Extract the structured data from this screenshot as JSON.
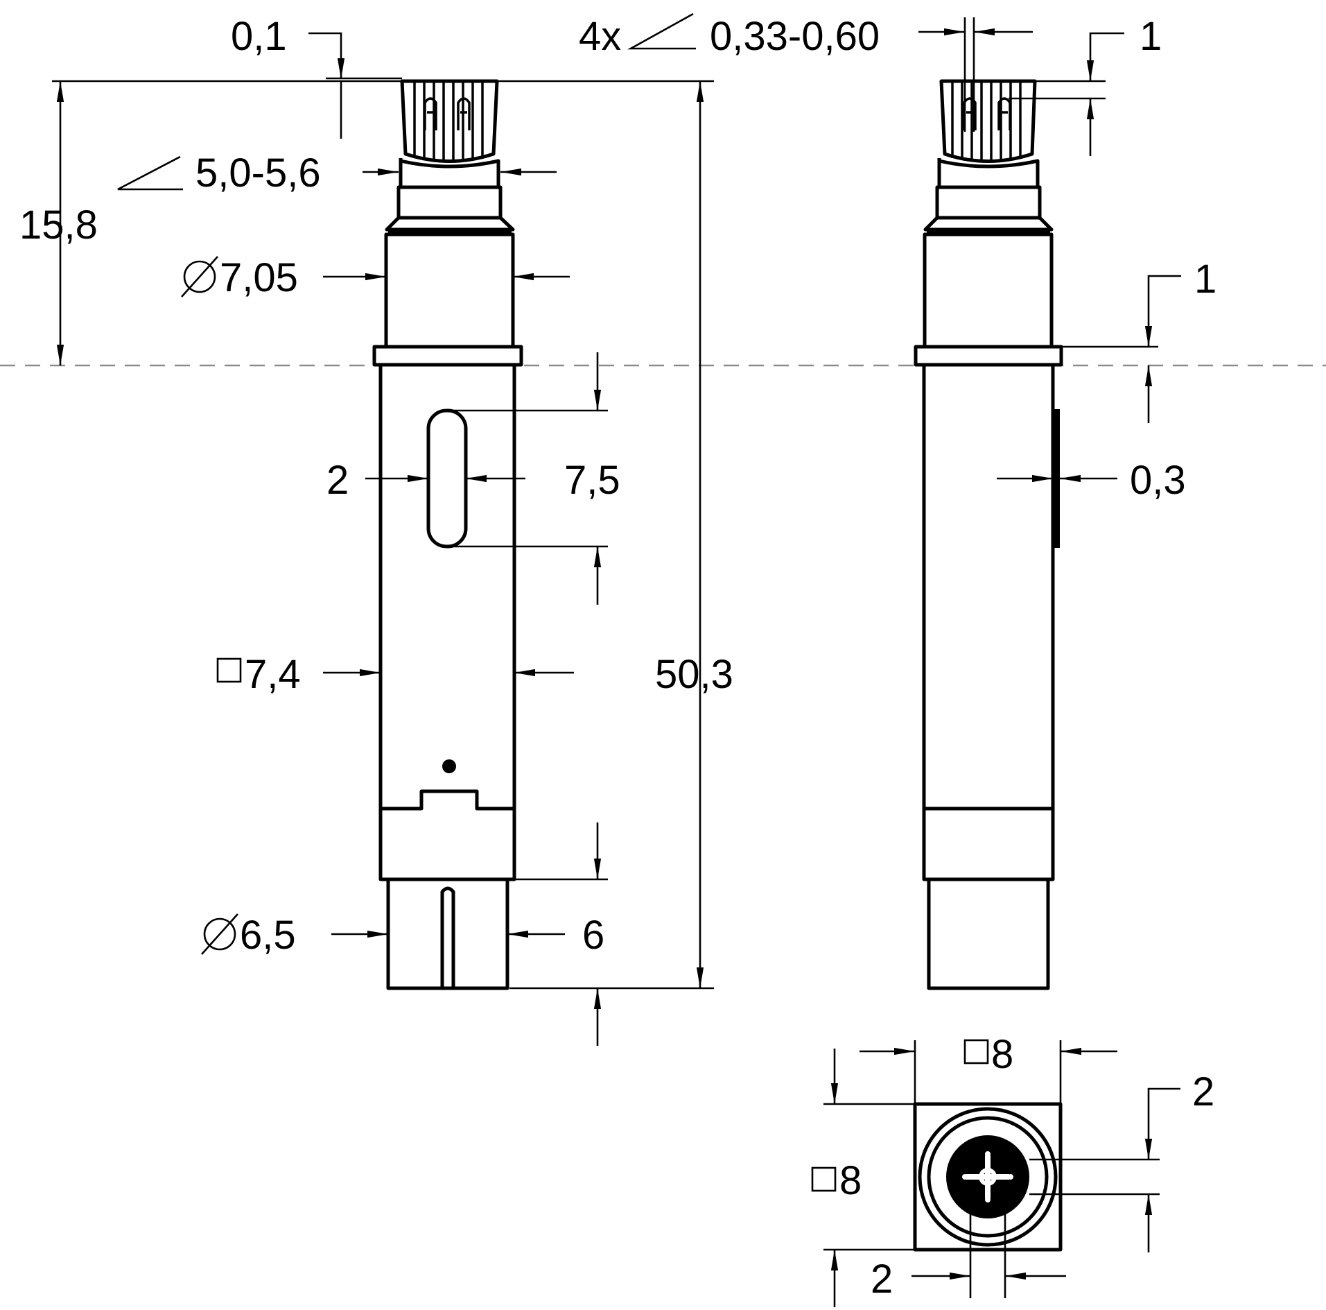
{
  "drawing": {
    "labels": {
      "gap_top": "0,1",
      "pin_angle": "4x",
      "pin_width": "0,33-0,60",
      "pin_offset_top": "1",
      "head_width": "5,0-5,6",
      "head_length": "15,8",
      "collar_diameter": "7,05",
      "flange_offset": "1",
      "slot_width": "2",
      "slot_length": "7,5",
      "side_step": "0,3",
      "body_square": "7,4",
      "total_length": "50,3",
      "tail_diameter": "6,5",
      "tail_length": "6",
      "end_square_h": "8",
      "end_square_v": "8",
      "end_offset_v": "2",
      "end_offset_h": "2"
    },
    "symbols": {
      "diameter": "diameter-symbol",
      "square": "square-symbol",
      "angle": "angle-symbol"
    },
    "colors": {
      "line": "#000000",
      "centerline": "#8a8a8a",
      "background": "#ffffff"
    }
  }
}
